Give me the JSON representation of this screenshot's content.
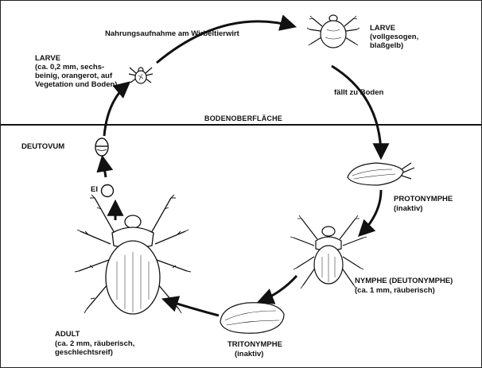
{
  "feeding_label": "Nahrungsaufnahme am Wirbeltierwirt",
  "ground_label": "BODENOBERFLÄCHE",
  "drop_label": "fällt zu Boden",
  "stages": {
    "larva_start": {
      "title": "LARVE",
      "desc": "(ca. 0,2 mm, sechs-\nbeinig, orangerot, auf\nVegetation und Boden)"
    },
    "larva_fed": {
      "title": "LARVE",
      "desc": "(vollgesogen,\nblaßgelb)"
    },
    "protonymph": {
      "title": "PROTONYMPHE",
      "desc": "(inaktiv)"
    },
    "nymph": {
      "title": "NYMPHE (DEUTONYMPHE)",
      "desc": "(ca. 1 mm, räuberisch)"
    },
    "tritonymph": {
      "title": "TRITONYMPHE",
      "desc": "(inaktiv)"
    },
    "adult": {
      "title": "ADULT",
      "desc": "(ca. 2 mm, räuberisch,\ngeschlechtsreif)"
    },
    "egg": {
      "title": "EI"
    },
    "deutovum": {
      "title": "DEUTOVUM"
    }
  },
  "colors": {
    "ink": "#111111",
    "fill": "#ffffff",
    "bristle": "#333333"
  }
}
